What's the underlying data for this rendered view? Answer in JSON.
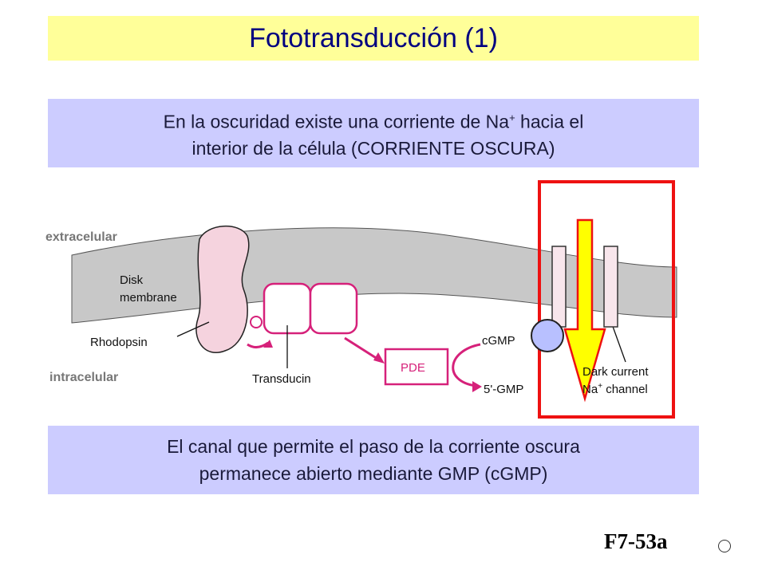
{
  "title": "Fototransducción (1)",
  "box_top": {
    "line1_pre": "En la oscuridad existe una corriente de Na",
    "line1_sup": "+",
    "line1_post": " hacia el",
    "line2": "interior de la célula (CORRIENTE OSCURA)"
  },
  "box_bottom": {
    "line1": "El canal que permite el paso de la corriente oscura",
    "line2": "permanece abierto mediante GMP (cGMP)"
  },
  "side_labels": {
    "extracellular": "extracelular",
    "intracellular": "intracelular"
  },
  "diagram": {
    "disk_membrane_1": "Disk",
    "disk_membrane_2": "membrane",
    "rhodopsin": "Rhodopsin",
    "transducin": "Transducin",
    "pde": "PDE",
    "cgmp": "cGMP",
    "gmp5": "5'-GMP",
    "dark_current_1": "Dark current",
    "channel_na": "Na",
    "channel_sup": "+",
    "channel_word": " channel"
  },
  "figure_ref": "F7-53a",
  "colors": {
    "title_bg": "#ffff99",
    "box_bg": "#ccccff",
    "membrane": "#c8c8c8",
    "magenta": "#d6217a",
    "rhodopsin_fill": "#f5d3de",
    "highlight_box": "#ee1111",
    "arrow_fill": "#ffff00",
    "cgmp_ball": "#b8c0ff"
  }
}
